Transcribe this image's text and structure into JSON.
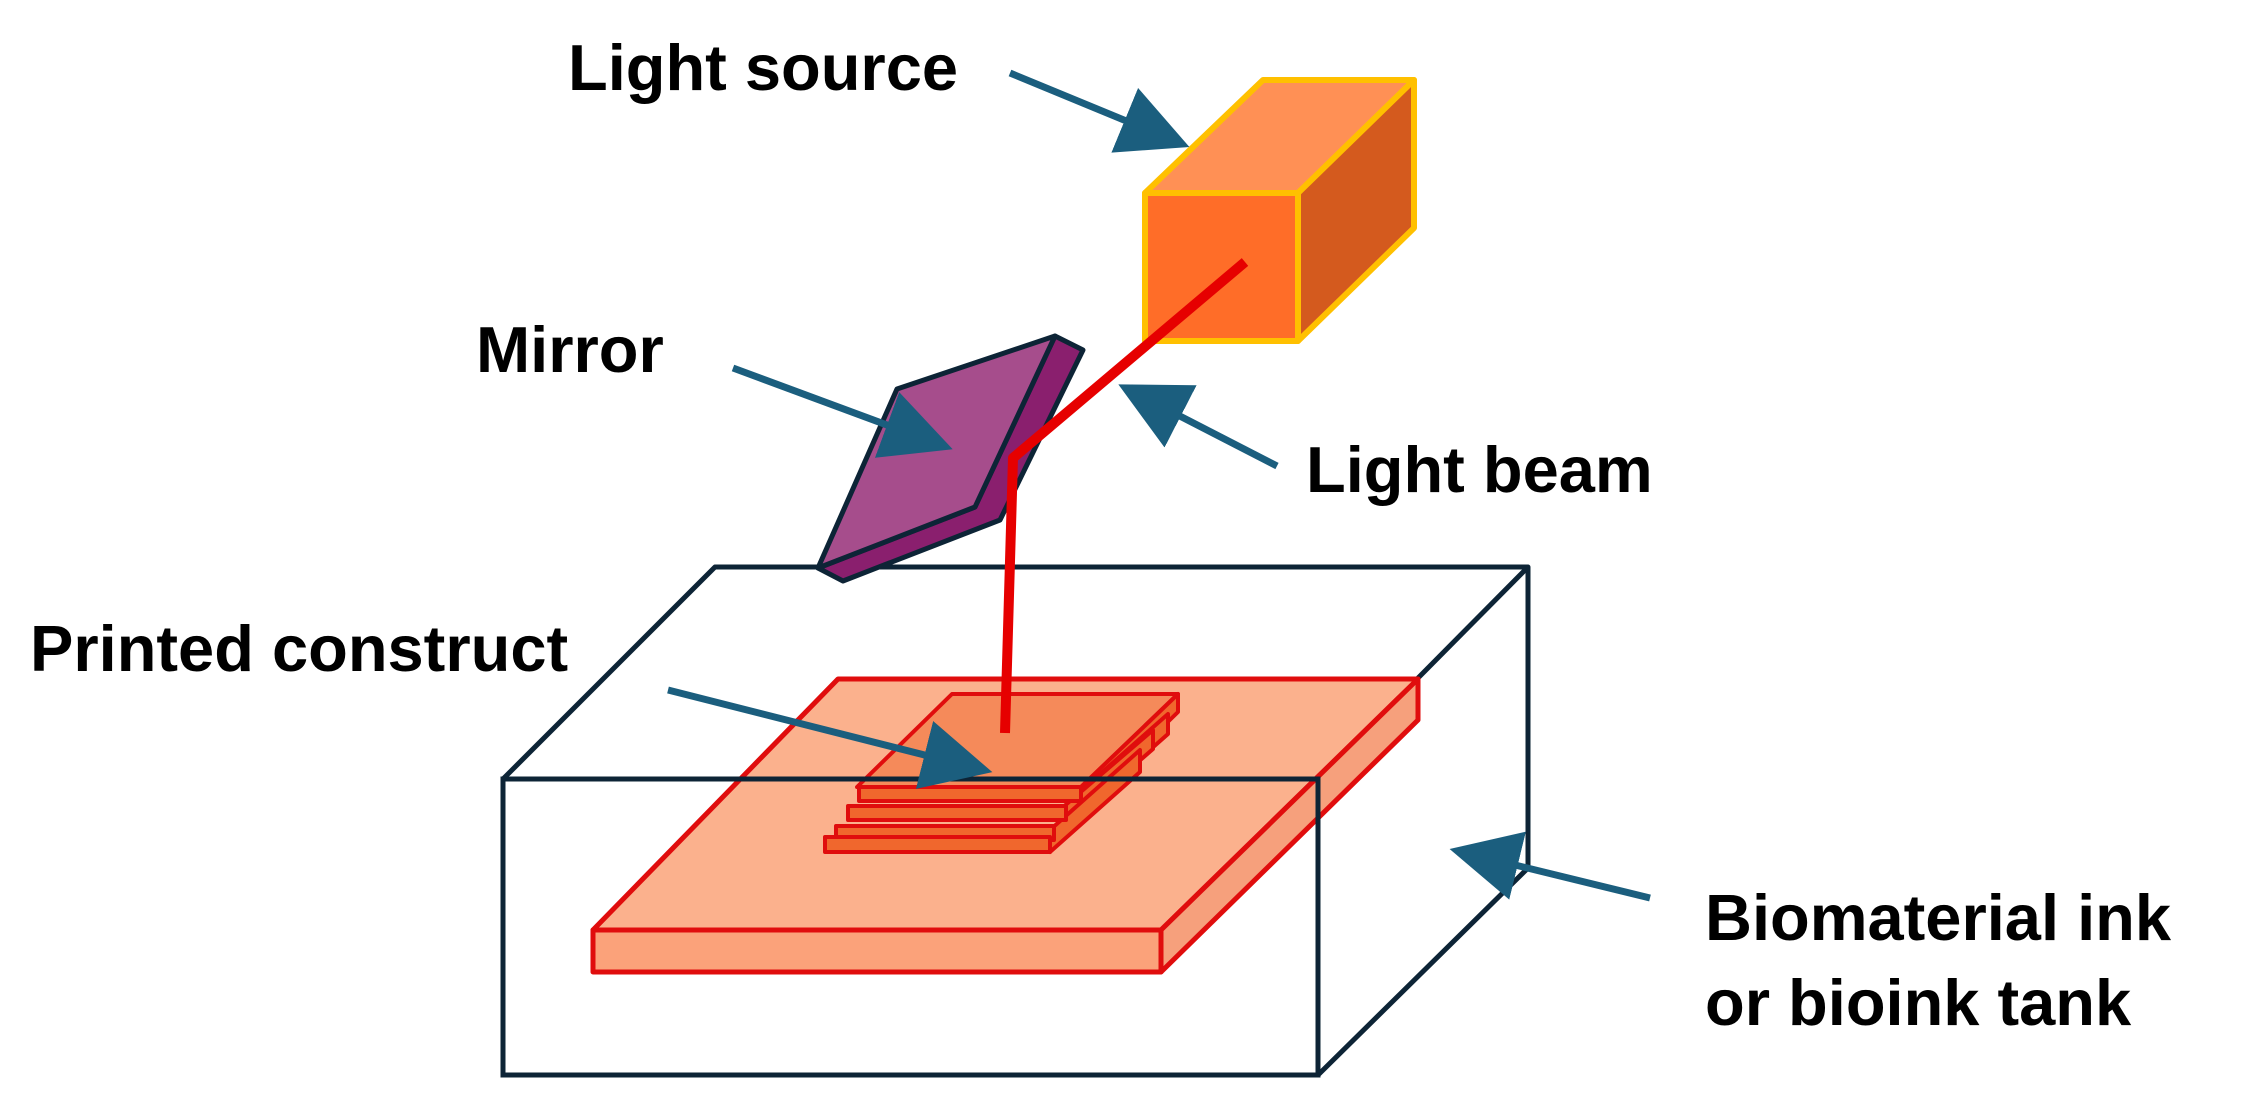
{
  "labels": {
    "light_source": "Light source",
    "mirror": "Mirror",
    "light_beam": "Light beam",
    "printed_construct": "Printed construct",
    "tank_line1": "Biomaterial ink",
    "tank_line2": "or bioink tank"
  },
  "colors": {
    "arrow": "#1b5e7e",
    "tank_outline": "#0d2436",
    "beam": "#e60000",
    "light_source_front": "#ff6d28",
    "light_source_top": "#ff9055",
    "light_source_side": "#d45a1e",
    "light_source_outline": "#ffc000",
    "mirror_face": "#a64d8c",
    "mirror_edge": "#8a1f6e",
    "plate_fill": "#fbb18d",
    "plate_edge": "#f6a07c",
    "construct_fill": "#f58a5a",
    "layer_fill": "#f0672d",
    "red_outline": "#e00d0d"
  }
}
